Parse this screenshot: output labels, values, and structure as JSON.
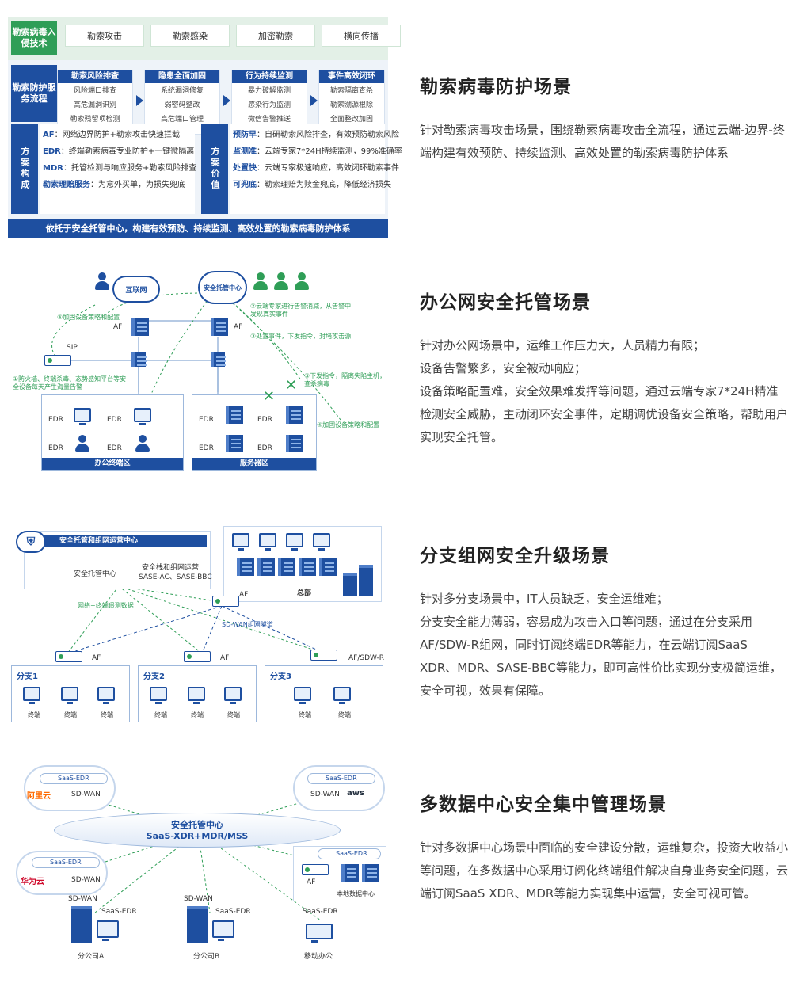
{
  "colors": {
    "primary_blue": "#1e4fa0",
    "accent_green": "#2f9e57",
    "panel_bg": "#eef3f9"
  },
  "scenes": [
    {
      "title": "勒索病毒防护场景",
      "desc": [
        "针对勒索病毒攻击场景，围绕勒索病毒攻击全流程，通过云端-边界-终端构建有效预防、持续监测、高效处置的勒索病毒防护体系"
      ],
      "diagram": {
        "tech_label": "勒索病毒入侵技术",
        "techs": [
          "勒索攻击",
          "勒索感染",
          "加密勒索",
          "横向传播"
        ],
        "process_label": "勒索防护服务流程",
        "process": [
          {
            "head": "勒索风险排查",
            "items": [
              "风险端口排查",
              "高危漏洞识别",
              "勒索残留项检测"
            ]
          },
          {
            "head": "隐患全面加固",
            "items": [
              "系统漏洞修复",
              "弱密码整改",
              "高危端口管理"
            ]
          },
          {
            "head": "行为持续监测",
            "items": [
              "暴力破解监测",
              "感染行为监测",
              "微信告警推送"
            ]
          },
          {
            "head": "事件高效闭环",
            "items": [
              "勒索隔离查杀",
              "勒索溯源根除",
              "全面整改加固"
            ]
          }
        ],
        "composition_label": "方案构成",
        "composition": [
          {
            "k": "AF",
            "v": "：网络边界防护+勒索攻击快速拦截"
          },
          {
            "k": "EDR",
            "v": "：终端勒索病毒专业防护+一键微隔离"
          },
          {
            "k": "MDR",
            "v": "：托管检测与响应服务+勒索风险排查"
          },
          {
            "k": "勒索理赔服务",
            "v": "：为意外买单，为损失兜底"
          }
        ],
        "value_label": "方案价值",
        "value": [
          {
            "k": "预防早",
            "v": "：自研勒索风险排查，有效预防勒索风险"
          },
          {
            "k": "监测准",
            "v": "：云端专家7*24H持续监测，99%准确率"
          },
          {
            "k": "处置快",
            "v": "：云端专家极速响应，高效闭环勒索事件"
          },
          {
            "k": "可兜底",
            "v": "：勒索理赔为赎金兜底，降低经济损失"
          }
        ],
        "banner": "依托于安全托管中心，构建有效预防、持续监测、高效处置的勒索病毒防护体系"
      }
    },
    {
      "title": "办公网安全托管场景",
      "desc": [
        "针对办公网场景中，运维工作压力大，人员精力有限；",
        "设备告警繁多，安全被动响应；",
        "设备策略配置难，安全效果难发挥等问题，通过云端专家7*24H精准检测安全威胁，主动闭环安全事件，定期调优设备安全策略，帮助用户实现安全托管。"
      ],
      "diagram": {
        "internet": "互联网",
        "soc": "安全托管中心",
        "af": "AF",
        "sip": "SIP",
        "edr": "EDR",
        "office_zone": "办公终端区",
        "server_zone": "服务器区",
        "notes": [
          "④加固设备策略和配置",
          "②云端专家进行告警消减，从告警中发现真实事件",
          "③处置事件，下发指令，封堵攻击源",
          "③下发指令，隔离失陷主机，查杀病毒",
          "①防火墙、终端杀毒、态势感知平台等安全设备每天产生海量告警",
          "④加固设备策略和配置"
        ]
      }
    },
    {
      "title": "分支组网安全升级场景",
      "desc": [
        "针对多分支场景中，IT人员缺乏，安全运维难；",
        "分支安全能力薄弱，容易成为攻击入口等问题，通过在分支采用AF/SDW-R组网，同时订阅终端EDR等能力，在云端订阅SaaS XDR、MDR、SASE-BBC等能力，即可高性价比实现分支极简运维，安全可视，效果有保障。"
      ],
      "diagram": {
        "center": "安全托管和组网运营中心",
        "soc": "安全托管中心",
        "sase": "安全栈和组网运营",
        "sase_sub": "SASE-AC、SASE-BBC",
        "hq": "总部",
        "af": "AF",
        "af_sdwr": "AF/SDW-R",
        "network_label": "网络+终端遥测数据",
        "tunnel_label": "SD-WAN组网隧道",
        "branches": [
          "分支1",
          "分支2",
          "分支3"
        ],
        "terminal": "终端"
      }
    },
    {
      "title": "多数据中心安全集中管理场景",
      "desc": [
        "针对多数据中心场景中面临的安全建设分散，运维复杂，投资大收益小等问题，在多数据中心采用订阅化终端组件解决自身业务安全问题，云端订阅SaaS XDR、MDR等能力实现集中运营，安全可视可管。"
      ],
      "diagram": {
        "hub_title": "安全托管中心",
        "hub_sub": "SaaS-XDR+MDR/MSS",
        "saas_edr": "SaaS-EDR",
        "sd_wan": "SD-WAN",
        "aliyun": "阿里云",
        "aws": "aws",
        "huawei": "华为云",
        "af": "AF",
        "local_dc": "本地数据中心",
        "branch_a": "分公司A",
        "branch_b": "分公司B",
        "mobile": "移动办公"
      }
    }
  ]
}
